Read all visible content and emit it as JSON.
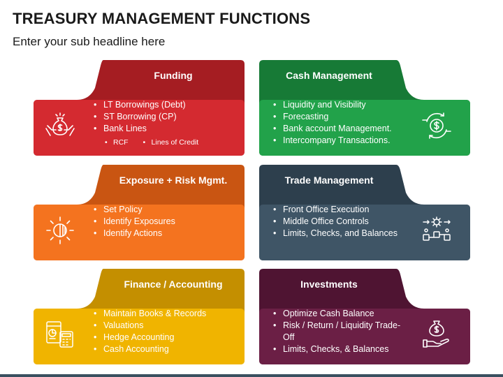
{
  "header": {
    "title": "TREASURY MANAGEMENT FUNCTIONS",
    "subtitle": "Enter your sub headline here"
  },
  "cards": [
    {
      "title": "Funding",
      "color_light": "#d42a30",
      "color_dark": "#a51d22",
      "icon": "money-bag-hands-icon",
      "items": [
        "LT Borrowings (Debt)",
        "ST Borrowing (CP)",
        "Bank Lines"
      ],
      "subitems": [
        "RCF",
        "Lines of Credit"
      ]
    },
    {
      "title": "Cash Management",
      "color_light": "#22a24a",
      "color_dark": "#177a36",
      "icon": "dollar-cycle-icon",
      "items": [
        "Liquidity and Visibility",
        "Forecasting",
        "Bank account Management.",
        "Intercompany Transactions."
      ]
    },
    {
      "title": "Exposure + Risk Mgmt.",
      "color_light": "#f4731f",
      "color_dark": "#c95512",
      "icon": "sun-risk-icon",
      "items": [
        "Set Policy",
        "Identify Exposures",
        "Identify Actions"
      ]
    },
    {
      "title": "Trade Management",
      "color_light": "#3f5566",
      "color_dark": "#2d3f4d",
      "icon": "network-gear-icon",
      "items": [
        "Front Office Execution",
        "Middle Office Controls",
        "Limits, Checks, and Balances"
      ]
    },
    {
      "title": "Finance / Accounting",
      "color_light": "#f0b400",
      "color_dark": "#c48f00",
      "icon": "calculator-chart-icon",
      "items": [
        "Maintain Books & Records",
        "Valuations",
        "Hedge Accounting",
        "Cash Accounting"
      ]
    },
    {
      "title": "Investments",
      "color_light": "#6b1f45",
      "color_dark": "#4f1432",
      "icon": "hand-money-bag-icon",
      "items": [
        "Optimize Cash Balance",
        "Risk / Return / Liquidity Trade-Off",
        "Limits, Checks, & Balances"
      ]
    }
  ]
}
